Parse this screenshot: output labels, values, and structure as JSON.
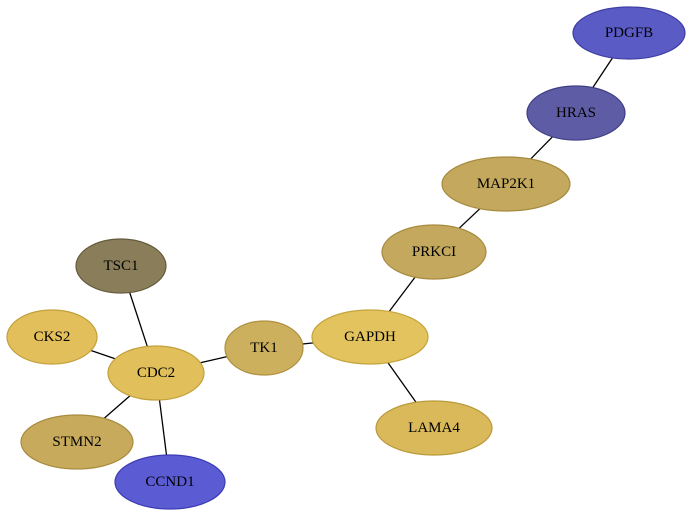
{
  "nodes": [
    {
      "id": "PDGFB",
      "label": "PDGFB",
      "fill": "#5b5bc6",
      "stroke": "#3e3ea3"
    },
    {
      "id": "HRAS",
      "label": "HRAS",
      "fill": "#5f5ca6",
      "stroke": "#3f3d85"
    },
    {
      "id": "MAP2K1",
      "label": "MAP2K1",
      "fill": "#c3a85d",
      "stroke": "#a68b3f"
    },
    {
      "id": "PRKCI",
      "label": "PRKCI",
      "fill": "#c3a85d",
      "stroke": "#a68b3f"
    },
    {
      "id": "TSC1",
      "label": "TSC1",
      "fill": "#8a7d59",
      "stroke": "#645a3c"
    },
    {
      "id": "GAPDH",
      "label": "GAPDH",
      "fill": "#e3c35e",
      "stroke": "#c4a33c"
    },
    {
      "id": "CKS2",
      "label": "CKS2",
      "fill": "#e2bf5b",
      "stroke": "#c2a03b"
    },
    {
      "id": "TK1",
      "label": "TK1",
      "fill": "#cdb05e",
      "stroke": "#ad9140"
    },
    {
      "id": "CDC2",
      "label": "CDC2",
      "fill": "#e1c05c",
      "stroke": "#c1a03c"
    },
    {
      "id": "LAMA4",
      "label": "LAMA4",
      "fill": "#d9b959",
      "stroke": "#b99a3b"
    },
    {
      "id": "STMN2",
      "label": "STMN2",
      "fill": "#c7aa5c",
      "stroke": "#a88c3e"
    },
    {
      "id": "CCND1",
      "label": "CCND1",
      "fill": "#5b5bd4",
      "stroke": "#3c3cb3"
    }
  ],
  "edges": [
    {
      "source": "PDGFB",
      "target": "HRAS"
    },
    {
      "source": "HRAS",
      "target": "MAP2K1"
    },
    {
      "source": "MAP2K1",
      "target": "PRKCI"
    },
    {
      "source": "PRKCI",
      "target": "GAPDH"
    },
    {
      "source": "GAPDH",
      "target": "LAMA4"
    },
    {
      "source": "GAPDH",
      "target": "TK1"
    },
    {
      "source": "TK1",
      "target": "CDC2"
    },
    {
      "source": "TSC1",
      "target": "CDC2"
    },
    {
      "source": "CKS2",
      "target": "CDC2"
    },
    {
      "source": "CDC2",
      "target": "STMN2"
    },
    {
      "source": "CDC2",
      "target": "CCND1"
    }
  ]
}
